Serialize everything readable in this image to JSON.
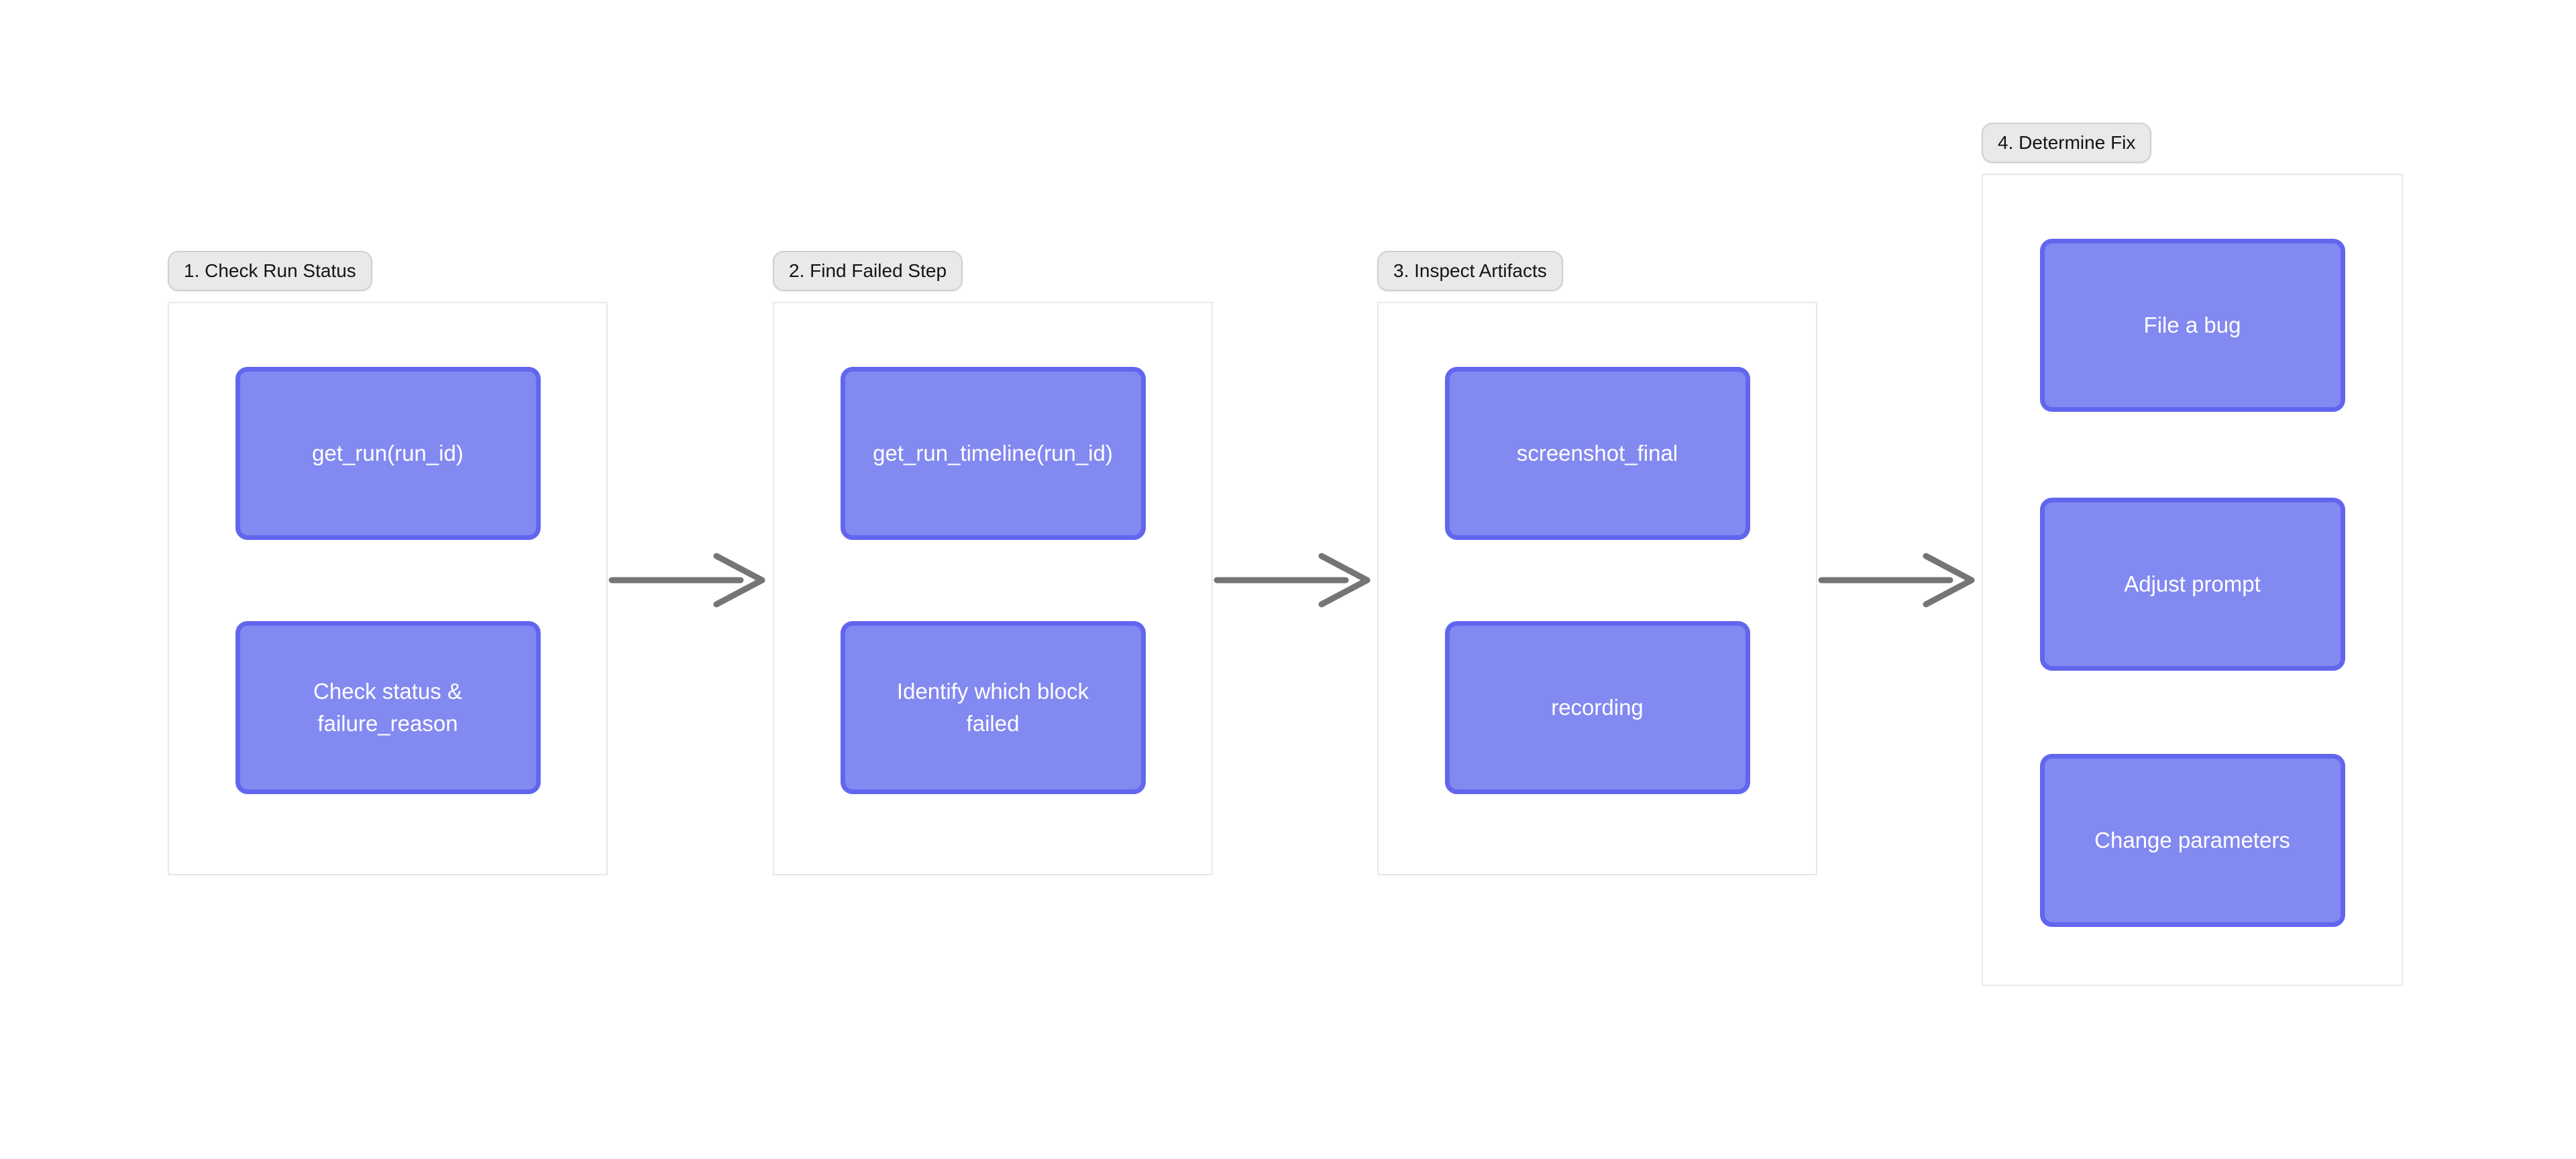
{
  "theme": {
    "page_bg": "#ffffff",
    "group_bg": "#ffffff",
    "group_border": "#e8e8e8",
    "label_bg": "#e9e9e9",
    "label_border": "#cfcfcf",
    "label_text": "#141414",
    "node_fill": "#8289f0",
    "node_border": "#6266ee",
    "node_text": "#ffffff",
    "arrow": "#757575"
  },
  "diagram": {
    "groups": [
      {
        "label": "1. Check Run Status",
        "nodes": [
          {
            "label": "get_run(run_id)"
          },
          {
            "label": "Check status &\nfailure_reason"
          }
        ]
      },
      {
        "label": "2. Find Failed Step",
        "nodes": [
          {
            "label": "get_run_timeline(run_id)"
          },
          {
            "label": "Identify which block\nfailed"
          }
        ]
      },
      {
        "label": "3. Inspect Artifacts",
        "nodes": [
          {
            "label": "screenshot_final"
          },
          {
            "label": "recording"
          }
        ]
      },
      {
        "label": "4. Determine Fix",
        "nodes": [
          {
            "label": "File a bug"
          },
          {
            "label": "Adjust prompt"
          },
          {
            "label": "Change parameters"
          }
        ]
      }
    ],
    "arrows": [
      {
        "from": "1. Check Run Status",
        "to": "2. Find Failed Step"
      },
      {
        "from": "2. Find Failed Step",
        "to": "3. Inspect Artifacts"
      },
      {
        "from": "3. Inspect Artifacts",
        "to": "4. Determine Fix"
      }
    ]
  }
}
